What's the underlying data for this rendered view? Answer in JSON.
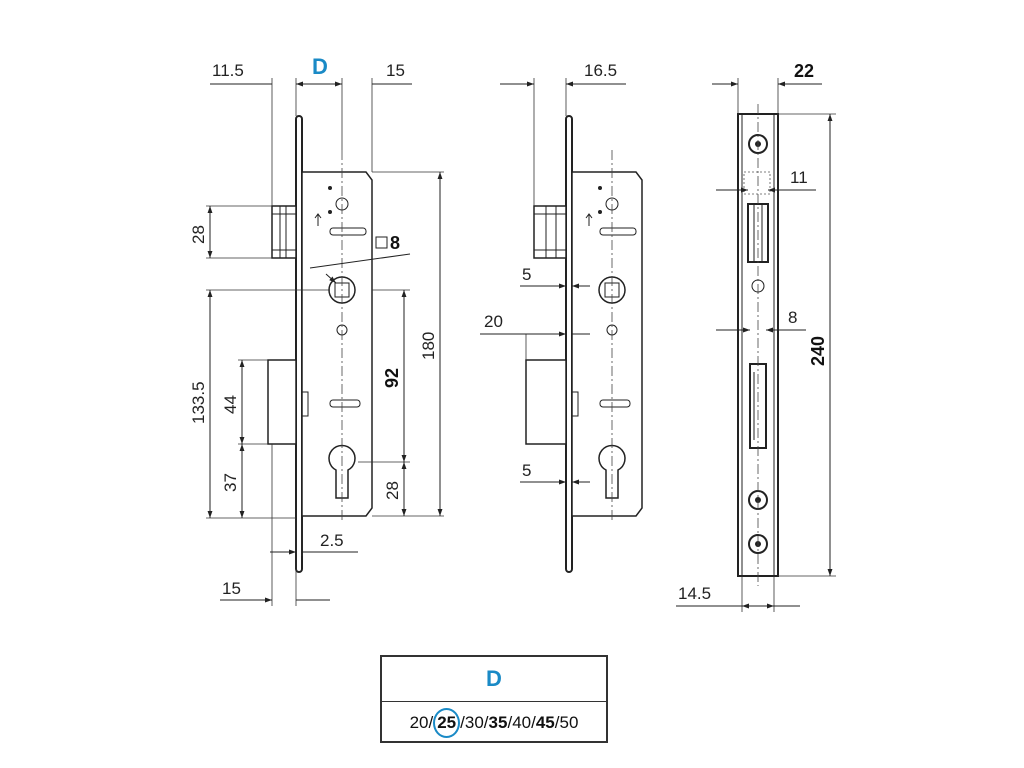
{
  "accent_color": "#1a8ac6",
  "front_view": {
    "dim_top_left": "11.5",
    "dim_backset_label": "D",
    "dim_top_right": "15",
    "dim_latch_height": "28",
    "dim_spindle_square": "8",
    "dim_spindle_from_bottom": "133.5",
    "dim_deadbolt": "44",
    "dim_deadbolt_from_bottom": "37",
    "dim_spindle_to_cylinder": "92",
    "dim_case_height": "180",
    "dim_cylinder_from_bottom": "28",
    "dim_faceplate_thickness": "2.5",
    "dim_bottom_left": "15"
  },
  "side_view": {
    "dim_top": "16.5",
    "dim_upper_offset": "5",
    "dim_bolt_throw": "20",
    "dim_lower_offset": "5"
  },
  "faceplate_view": {
    "dim_width": "22",
    "dim_slot_upper": "11",
    "dim_slot_lower": "8",
    "dim_length": "240",
    "dim_bottom": "14.5"
  },
  "backset_table": {
    "title": "D",
    "options": [
      {
        "value": "20",
        "bold": false,
        "selected": false
      },
      {
        "value": "25",
        "bold": true,
        "selected": true
      },
      {
        "value": "30",
        "bold": false,
        "selected": false
      },
      {
        "value": "35",
        "bold": true,
        "selected": false
      },
      {
        "value": "40",
        "bold": false,
        "selected": false
      },
      {
        "value": "45",
        "bold": true,
        "selected": false
      },
      {
        "value": "50",
        "bold": false,
        "selected": false
      }
    ],
    "separator": "/"
  }
}
